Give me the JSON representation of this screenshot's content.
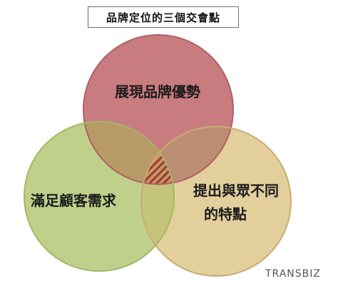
{
  "title": "品牌定位的三個交會點",
  "circles": [
    {
      "id": "top",
      "label_lines": [
        "展現品牌優勢"
      ],
      "fill": "#c97c7f",
      "stroke": "#b06065"
    },
    {
      "id": "left",
      "label_lines": [
        "滿足顧客需求"
      ],
      "fill": "#bfd08a",
      "stroke": "#a4b767"
    },
    {
      "id": "right",
      "label_lines": [
        "提出與眾不同",
        "的特點"
      ],
      "fill": "#e2cf9c",
      "stroke": "#c8ad70"
    }
  ],
  "colors": {
    "top_left_overlap": "#b89a67",
    "top_right_overlap": "#bd8d73",
    "left_right_overlap": "#c4c47a",
    "center_fill": "#c9956a",
    "center_hatch": "#9a3d2c"
  },
  "logo": "TRANSBIZ"
}
